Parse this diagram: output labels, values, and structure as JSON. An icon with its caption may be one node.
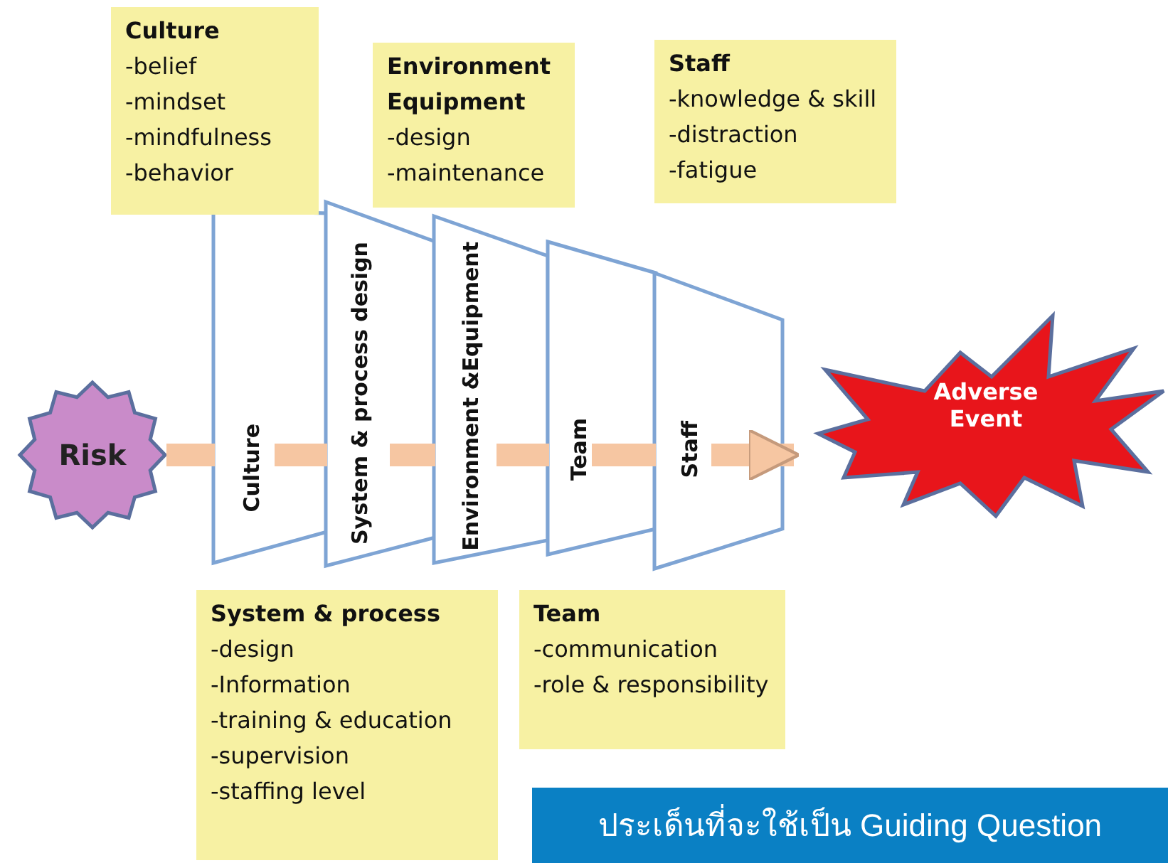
{
  "diagram": {
    "nodes": [
      {
        "text": [
          "Culture",
          "-belief",
          "-mindset",
          "-mindfulness",
          "-behavior"
        ]
      },
      {
        "text": [
          "Environment Equipment",
          "-design",
          "-maintenance"
        ]
      },
      {
        "text": [
          "Staff",
          "-knowledge & skill",
          "-distraction",
          "-fatigue"
        ]
      },
      {
        "text": [
          "Risk"
        ]
      },
      {
        "text": [
          "Culture"
        ]
      },
      {
        "text": [
          "System & process design"
        ]
      },
      {
        "text": [
          "Environment &Equipment"
        ]
      },
      {
        "text": [
          "Team"
        ]
      },
      {
        "text": [
          "Staff"
        ]
      },
      {
        "text": [
          "Adverse Event"
        ]
      },
      {
        "text": [
          "System & process",
          "-design",
          "-Information",
          "-training & education",
          "-supervision",
          "-staffing level"
        ]
      },
      {
        "text": [
          "Team",
          "-communication",
          "-role & responsibility"
        ]
      },
      {
        "text": [
          "ประเด็นที่จะใช้เป็น Guiding Question"
        ]
      }
    ],
    "edges": [
      {
        "from": 3,
        "to": 4,
        "arrow": "none"
      },
      {
        "from": 4,
        "to": 5,
        "arrow": "none"
      },
      {
        "from": 5,
        "to": 6,
        "arrow": "none"
      },
      {
        "from": 6,
        "to": 7,
        "arrow": "none"
      },
      {
        "from": 7,
        "to": 8,
        "arrow": "none"
      },
      {
        "from": 8,
        "to": 9,
        "arrow": "to"
      }
    ]
  }
}
